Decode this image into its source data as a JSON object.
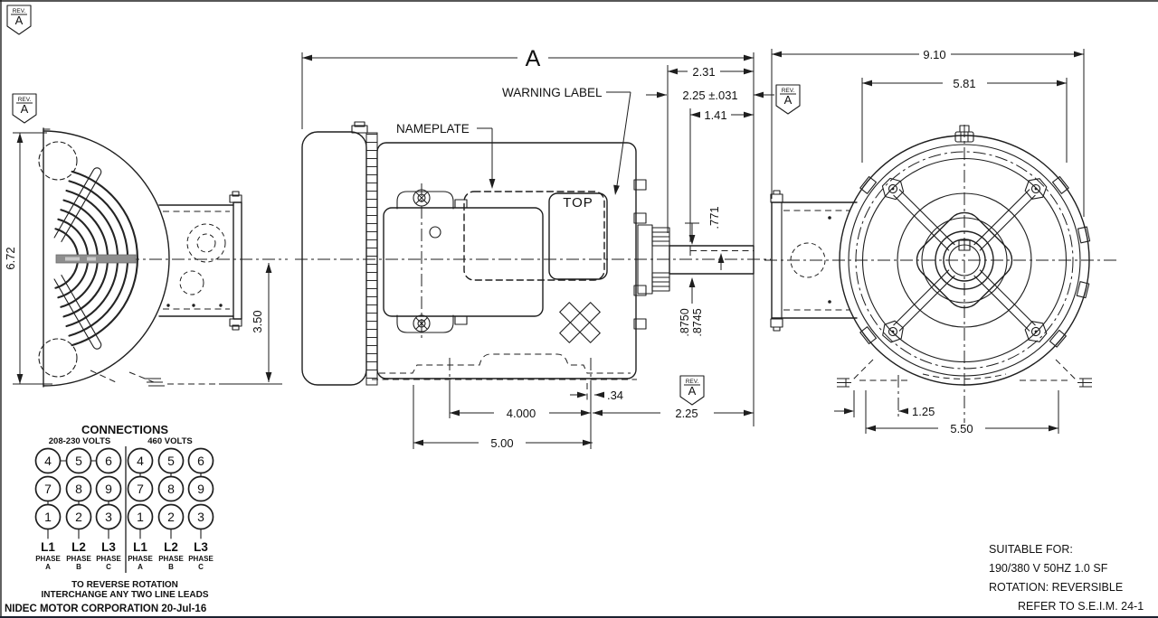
{
  "rev_marker": {
    "title": "REV.",
    "letter": "A"
  },
  "dims": {
    "overall_length": "A",
    "fan_height": "6.72",
    "centerline_to_base": "3.50",
    "shaft_overhang": "2.31",
    "shaft_length": "2.25 ±.031",
    "key_length": "1.41",
    "key_flat": ".771",
    "shaft_dia_upper": ".8750",
    "shaft_dia_lower": ".8745",
    "foot_offset": ".34",
    "mount_span": "4.000",
    "foot_to_shaft": "2.25",
    "foot_length": "5.00",
    "overall_width": "9.10",
    "face_dia": "5.81",
    "foot_hole_offset": "1.25",
    "foot_width_span": "5.50"
  },
  "labels": {
    "nameplate": "NAMEPLATE",
    "warning_label": "WARNING LABEL",
    "top": "TOP"
  },
  "connections": {
    "title": "CONNECTIONS",
    "low_voltage_label": "208-230 VOLTS",
    "high_voltage_label": "460 VOLTS",
    "terminals": [
      [
        "4",
        "5",
        "6"
      ],
      [
        "7",
        "8",
        "9"
      ],
      [
        "1",
        "2",
        "3"
      ]
    ],
    "leads": [
      "L1",
      "L2",
      "L3"
    ],
    "phase_word": "PHASE",
    "phases": [
      "A",
      "B",
      "C"
    ],
    "note_line1": "TO REVERSE ROTATION",
    "note_line2": "INTERCHANGE ANY TWO LINE LEADS"
  },
  "footer": {
    "company_date": "NIDEC MOTOR CORPORATION 20-Jul-16"
  },
  "notes": {
    "line1": "SUITABLE FOR:",
    "line2": "190/380 V 50HZ 1.0 SF",
    "line3": "ROTATION: REVERSIBLE",
    "line4": "REFER TO S.E.I.M. 24-1"
  }
}
